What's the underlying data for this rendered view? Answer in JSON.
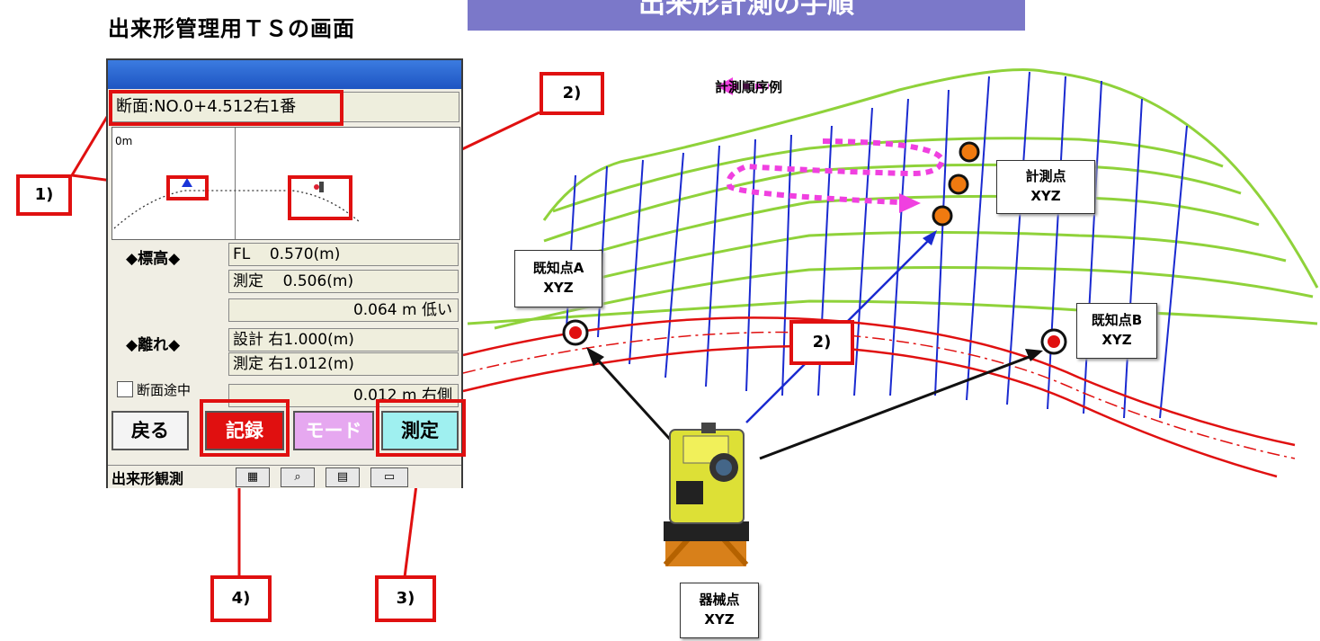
{
  "title": "出来形計測の手順",
  "subtitle": "出来形管理用ＴＳの画面",
  "device": {
    "section_label": "断面:NO.0+4.512右1番",
    "view_zero": "0m",
    "elevation_label": "◆標高◆",
    "fl_value": "FL    0.570(m)",
    "measured_elev": "測定    0.506(m)",
    "elev_diff": "0.064 m 低い",
    "offset_label": "◆離れ◆",
    "design_offset": "設計 右1.000(m)",
    "measured_offset": "測定 右1.012(m)",
    "offset_diff": "0.012 m 右側",
    "checkbox_label": "断面途中",
    "buttons": {
      "back": "戻る",
      "record": "記録",
      "mode": "モード",
      "measure": "測定"
    },
    "status_label": "出来形観測"
  },
  "callouts": {
    "c1": "1)",
    "c2a": "2)",
    "c2b": "2)",
    "c3": "3)",
    "c4": "4)"
  },
  "legend": "計測順序例",
  "points": {
    "measure_point": [
      "計測点",
      "XYZ"
    ],
    "known_a": [
      "既知点A",
      "XYZ"
    ],
    "known_b": [
      "既知点B",
      "XYZ"
    ],
    "instrument": [
      "器械点",
      "XYZ"
    ]
  },
  "colors": {
    "banner": "#7b78c9",
    "annotation_red": "#e01010",
    "record_button": "#e01010",
    "mode_button": "#e6a8f0",
    "measure_button": "#9ff0f0",
    "grid_green": "#8fd23a",
    "grid_blue": "#1a2ad0",
    "road_red": "#e01010",
    "sequence_magenta": "#f040e0",
    "point_orange": "#f07a10"
  }
}
